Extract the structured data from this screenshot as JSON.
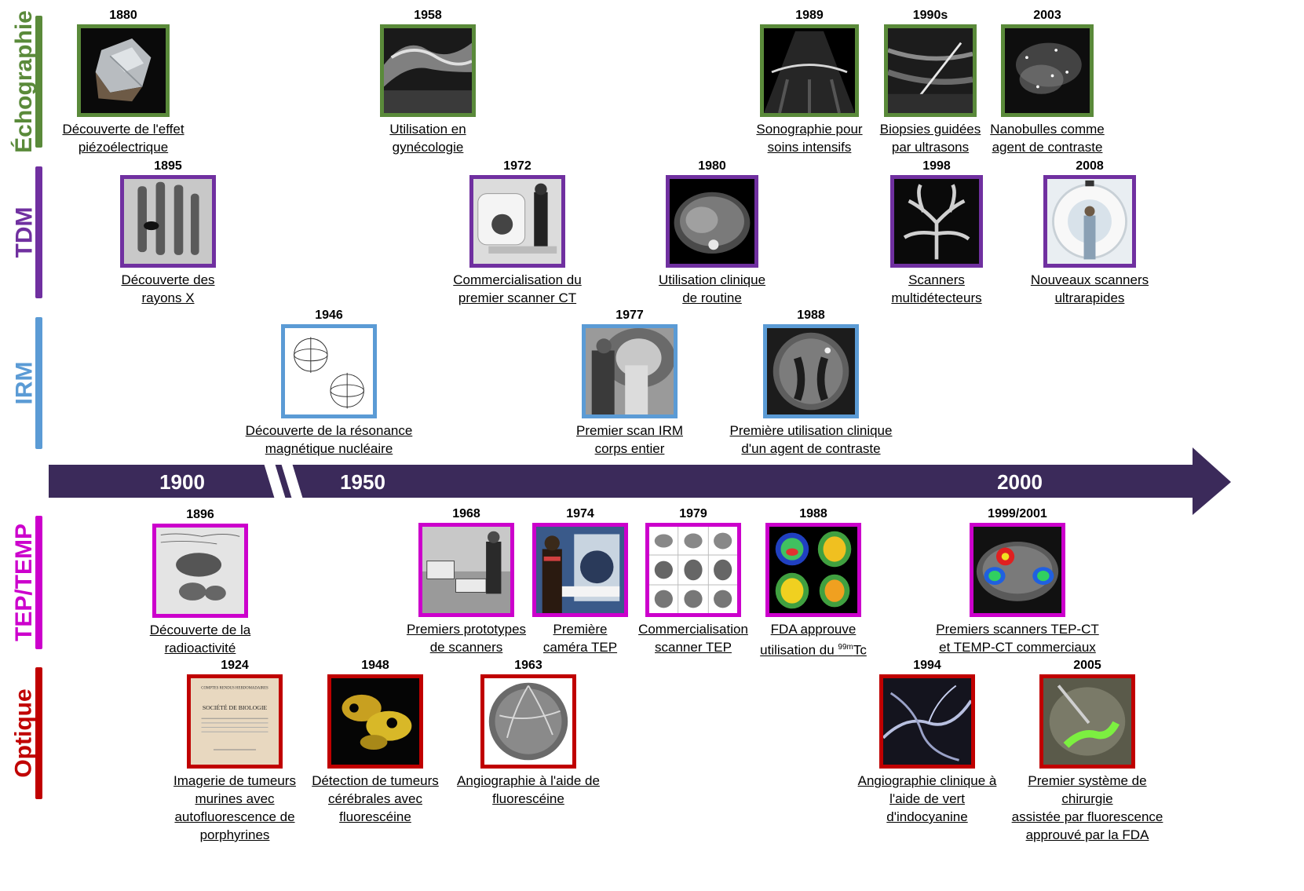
{
  "colors": {
    "echo": "#5a8a3a",
    "tdm": "#7030a0",
    "irm": "#5b9bd5",
    "tep": "#cc00cc",
    "optique": "#c00000",
    "arrow": "#3b2a5a"
  },
  "rows": {
    "echo": "Échographie",
    "tdm": "TDM",
    "irm": "IRM",
    "tep": "TEP/TEMP",
    "optique": "Optique"
  },
  "axis": {
    "y1900": "1900",
    "y1950": "1950",
    "y2000": "2000"
  },
  "events": {
    "e1880": {
      "year": "1880",
      "l1": "Découverte de l'effet",
      "l2": "piézoélectrique",
      "img": "crystal-image"
    },
    "e1958": {
      "year": "1958",
      "l1": "Utilisation en",
      "l2": "gynécologie",
      "img": "ultrasound-image"
    },
    "e1989": {
      "year": "1989",
      "l1": "Sonographie pour",
      "l2": "soins intensifs",
      "img": "ultrasound-image"
    },
    "e1990s": {
      "year": "1990s",
      "l1": "Biopsies guidées",
      "l2": "par ultrasons",
      "img": "ultrasound-image"
    },
    "e2003": {
      "year": "2003",
      "l1": "Nanobulles comme",
      "l2": "agent de contraste",
      "img": "ultrasound-image"
    },
    "t1895": {
      "year": "1895",
      "l1": "Découverte des",
      "l2": "rayons X",
      "img": "xray-hand-image"
    },
    "t1972": {
      "year": "1972",
      "l1": "Commercialisation du",
      "l2": "premier scanner CT",
      "img": "scanner-photo"
    },
    "t1980": {
      "year": "1980",
      "l1": "Utilisation clinique",
      "l2": "de routine",
      "img": "ct-slice-image"
    },
    "t1998": {
      "year": "1998",
      "l1": "Scanners",
      "l2": "multidétecteurs",
      "img": "vessels-image"
    },
    "t2008": {
      "year": "2008",
      "l1": "Nouveaux scanners",
      "l2": "ultrarapides",
      "img": "scanner-photo"
    },
    "i1946": {
      "year": "1946",
      "l1": "Découverte de la résonance",
      "l2": "magnétique nucléaire",
      "img": "spin-diagram"
    },
    "i1977": {
      "year": "1977",
      "l1": "Premier scan IRM",
      "l2": "corps entier",
      "img": "mri-photo"
    },
    "i1988": {
      "year": "1988",
      "l1": "Première utilisation clinique",
      "l2": "d'un agent de contraste",
      "img": "brain-mri-image"
    },
    "p1896": {
      "year": "1896",
      "l1": "Découverte de la",
      "l2": "radioactivité",
      "img": "plate-image"
    },
    "p1968": {
      "year": "1968",
      "l1": "Premiers prototypes",
      "l2": "de scanners",
      "img": "prototype-photo"
    },
    "p1974": {
      "year": "1974",
      "l1": "Première",
      "l2": "caméra TEP",
      "img": "camera-photo"
    },
    "p1979": {
      "year": "1979",
      "l1": "Commercialisation",
      "l2": "scanner TEP",
      "img": "pet-grid-image"
    },
    "p1988": {
      "year": "1988",
      "l1": "FDA approuve",
      "l2a": "utilisation du ",
      "l2sup": "99m",
      "l2b": "Tc",
      "img": "brain-pet-image"
    },
    "p1999": {
      "year": "1999/2001",
      "l1": "Premiers scanners TEP-CT",
      "l2": "et TEMP-CT commerciaux",
      "img": "petct-image"
    },
    "o1924": {
      "year": "1924",
      "l1": "Imagerie de tumeurs",
      "l2": "murines avec",
      "l3": "autofluorescence de",
      "l4": "porphyrines",
      "img": "journal-cover-image"
    },
    "o1948": {
      "year": "1948",
      "l1": "Détection de tumeurs",
      "l2": "cérébrales avec",
      "l3": "fluorescéine",
      "img": "fluorescence-image"
    },
    "o1963": {
      "year": "1963",
      "l1": "Angiographie à l'aide de",
      "l2": "fluorescéine",
      "img": "retina-image"
    },
    "o1994": {
      "year": "1994",
      "l1": "Angiographie clinique à",
      "l2": "l'aide de vert",
      "l3": "d'indocyanine",
      "img": "icg-image"
    },
    "o2005": {
      "year": "2005",
      "l1": "Premier système de chirurgie",
      "l2": "assistée par fluorescence",
      "l3": "approuvé par la FDA",
      "img": "surgery-image"
    }
  },
  "journal": {
    "line1": "COMPTES RENDUS HEBDOMADAIRES",
    "line2": "SOCIÉTÉ DE BIOLOGIE"
  }
}
